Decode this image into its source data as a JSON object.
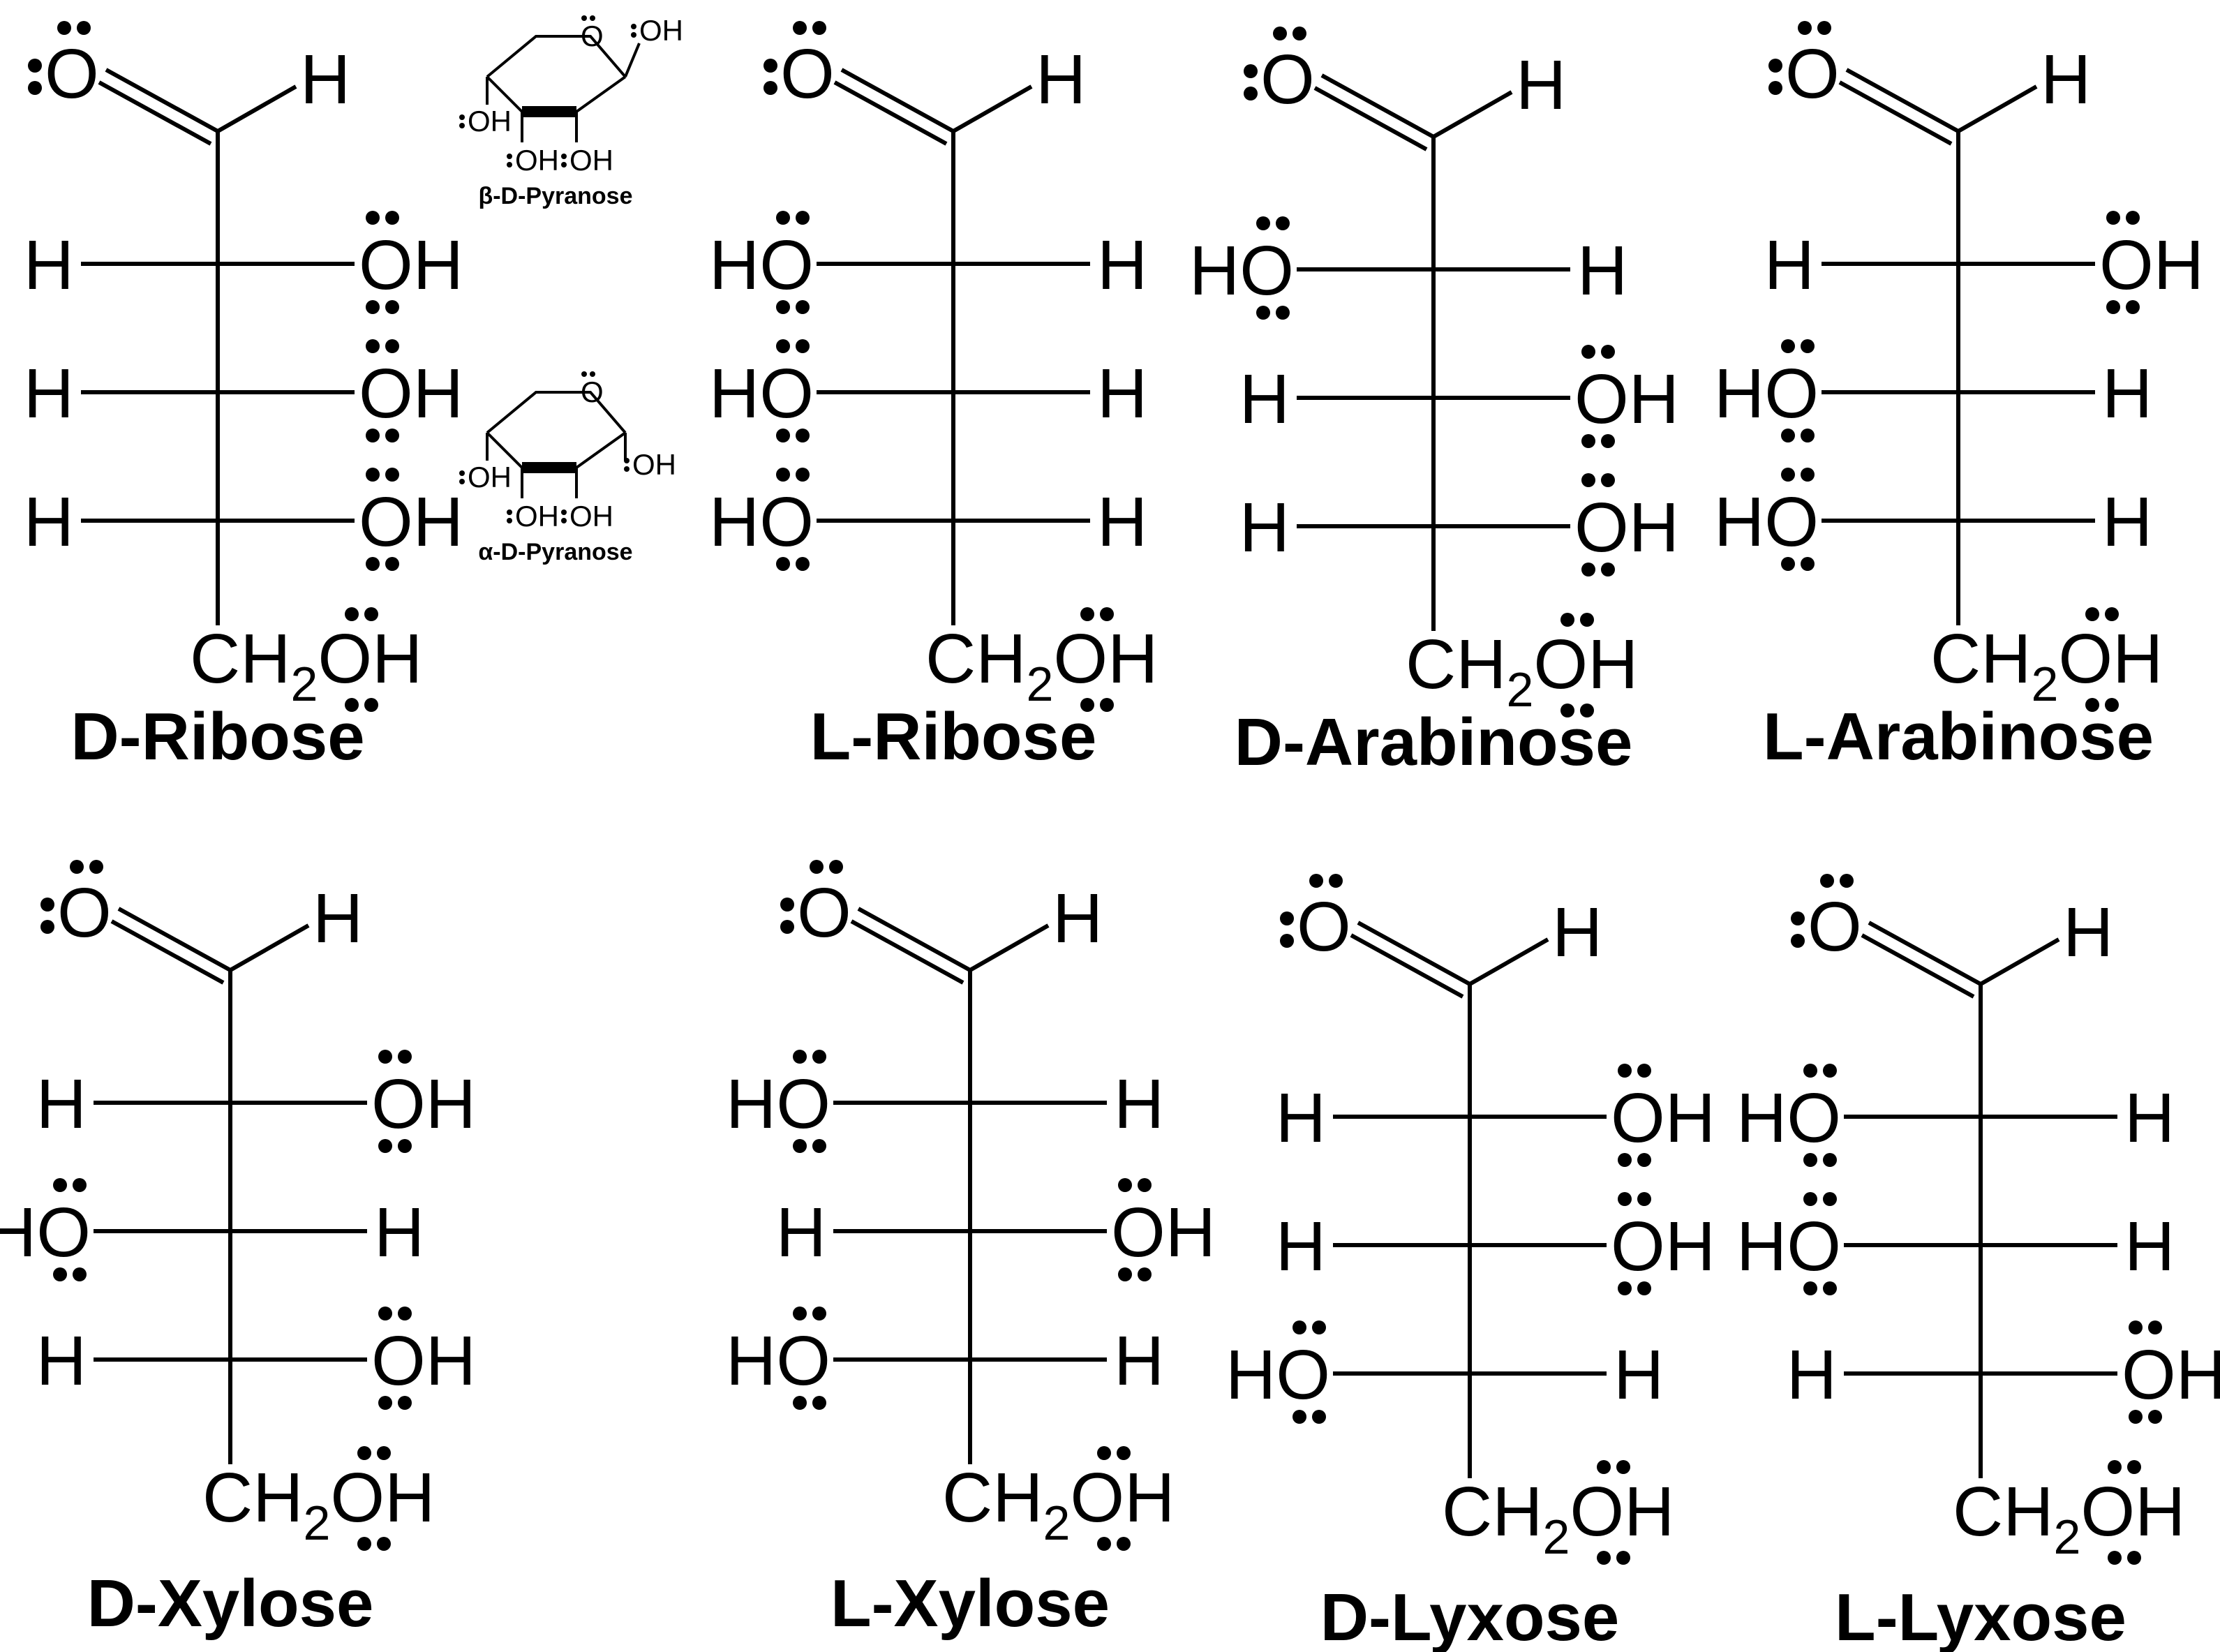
{
  "colors": {
    "ink": "#000000",
    "background": "#ffffff"
  },
  "labels": {
    "O": "O",
    "H": "H",
    "OH": "OH",
    "HO": "HO",
    "CH": "CH",
    "sub2": "2"
  },
  "pyranoses": [
    {
      "name": "β-D-Pyranose"
    },
    {
      "name": "α-D-Pyranose"
    }
  ],
  "sugars": [
    {
      "name": "D-Ribose",
      "centers": [
        "R",
        "R",
        "R"
      ]
    },
    {
      "name": "L-Ribose",
      "centers": [
        "L",
        "L",
        "L"
      ]
    },
    {
      "name": "D-Arabinose",
      "centers": [
        "L",
        "R",
        "R"
      ]
    },
    {
      "name": "L-Arabinose",
      "centers": [
        "R",
        "L",
        "L"
      ]
    },
    {
      "name": "D-Xylose",
      "centers": [
        "R",
        "L",
        "R"
      ]
    },
    {
      "name": "L-Xylose",
      "centers": [
        "L",
        "R",
        "L"
      ]
    },
    {
      "name": "D-Lyxose",
      "centers": [
        "R",
        "R",
        "L"
      ]
    },
    {
      "name": "L-Lyxose",
      "centers": [
        "L",
        "L",
        "R"
      ]
    }
  ]
}
